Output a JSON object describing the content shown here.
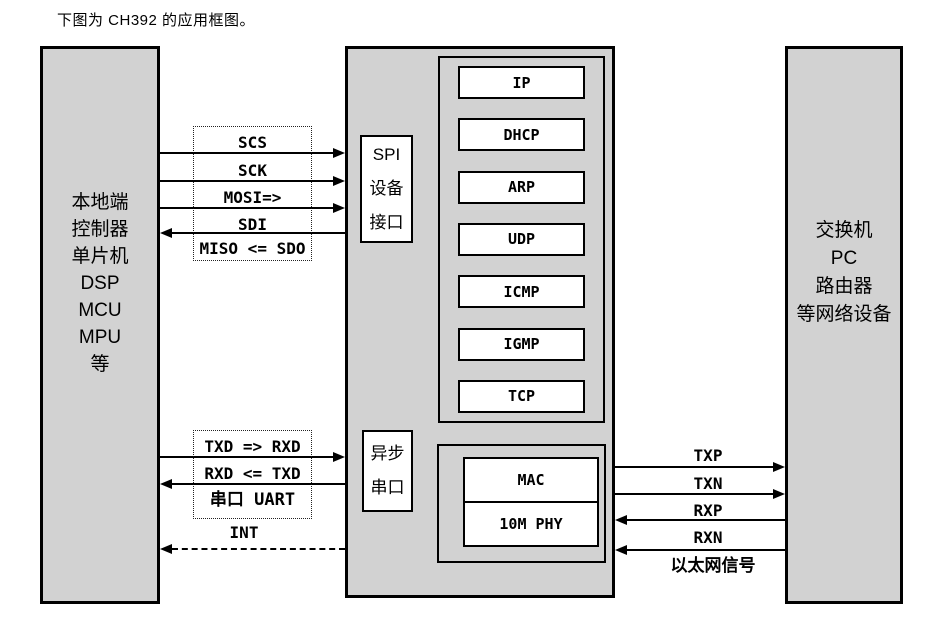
{
  "title": "下图为 CH392 的应用框图。",
  "left_block": {
    "lines": [
      "本地端",
      "控制器",
      "单片机",
      "DSP",
      "MCU",
      "MPU",
      "等"
    ]
  },
  "right_block": {
    "lines": [
      "交换机",
      "PC",
      "路由器",
      "等网络设备"
    ]
  },
  "chip": {
    "spi_interface": {
      "lines": [
        "SPI",
        "设备",
        "接口"
      ]
    },
    "async_serial": {
      "lines": [
        "异步",
        "串口"
      ]
    },
    "protocol_stack": [
      "IP",
      "DHCP",
      "ARP",
      "UDP",
      "ICMP",
      "IGMP",
      "TCP"
    ],
    "mac_phy": [
      "MAC",
      "10M PHY"
    ]
  },
  "spi_signals": {
    "labels": [
      "SCS",
      "SCK",
      "MOSI=>",
      "SDI",
      "MISO <= SDO"
    ]
  },
  "uart_signals": {
    "labels": [
      "TXD => RXD",
      "RXD <= TXD",
      "串口 UART"
    ]
  },
  "int_signal": {
    "label": "INT"
  },
  "ethernet_signals": {
    "labels": [
      "TXP",
      "TXN",
      "RXP",
      "RXN",
      "以太网信号"
    ]
  },
  "colors": {
    "block_fill": "#d2d2d2",
    "box_fill": "#ffffff",
    "line": "#000000"
  }
}
